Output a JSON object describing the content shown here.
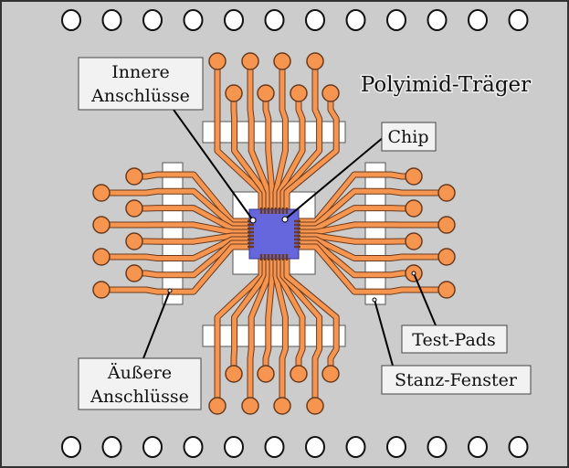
{
  "title": "Polyimid-Träger",
  "labels": {
    "inner_leads": [
      "Innere",
      "Anschlüsse"
    ],
    "chip": "Chip",
    "outer_leads": [
      "Äußere",
      "Anschlüsse"
    ],
    "test_pads": "Test-Pads",
    "punch_window": "Stanz-Fenster"
  },
  "colors": {
    "carrier": "#cccccc",
    "border": "#333333",
    "trace": "#f59550",
    "trace_outline": "#6b3a1c",
    "chip": "#6666dd",
    "window": "#ffffff",
    "label_box": "#f2f2f2"
  },
  "structure": {
    "sprocket_holes_per_row": 12,
    "leads_per_side": 8
  }
}
